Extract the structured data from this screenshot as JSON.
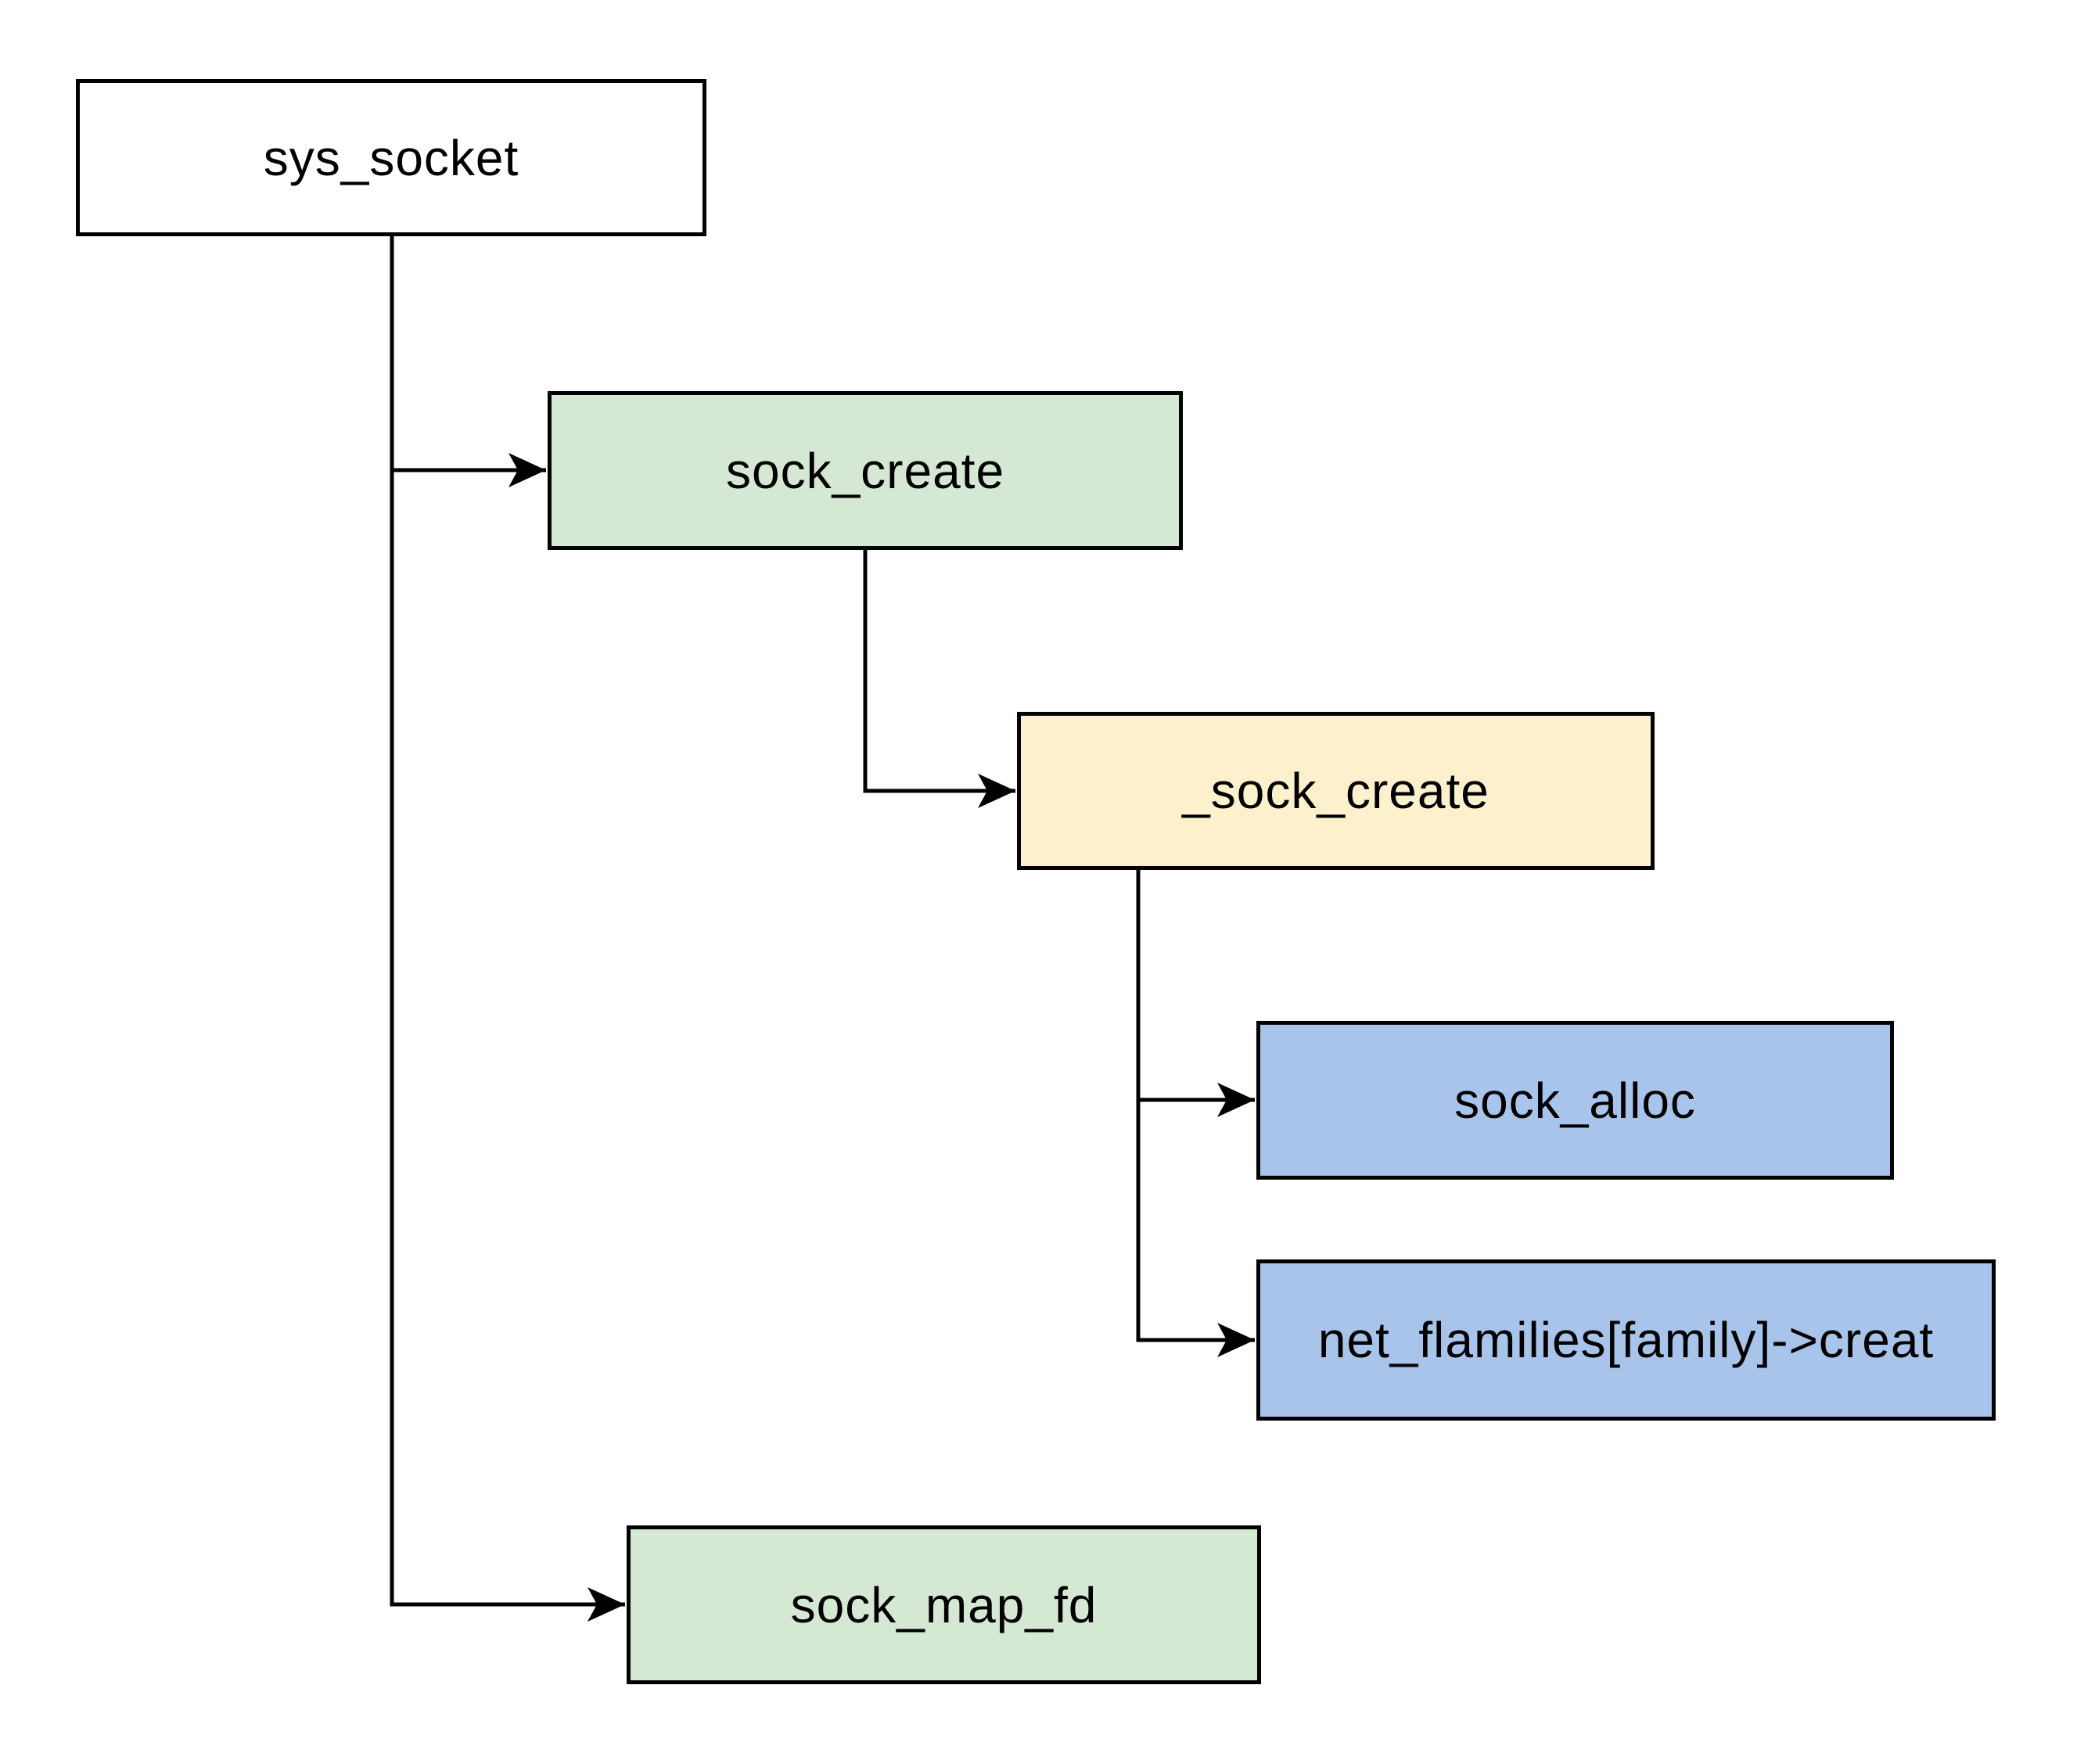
{
  "diagram": {
    "type": "call-tree-flowchart",
    "nodes": [
      {
        "id": "sys_socket",
        "label": "sys_socket",
        "fill": "#ffffff"
      },
      {
        "id": "sock_create",
        "label": "sock_create",
        "fill": "#d5e8d4"
      },
      {
        "id": "_sock_create",
        "label": "_sock_create",
        "fill": "#fdf0cd"
      },
      {
        "id": "sock_alloc",
        "label": "sock_alloc",
        "fill": "#a9c4eb"
      },
      {
        "id": "net_families_create",
        "label": "net_flamilies[family]->creat",
        "fill": "#a9c4eb"
      },
      {
        "id": "sock_map_fd",
        "label": "sock_map_fd",
        "fill": "#d5e8d4"
      }
    ],
    "edges": [
      {
        "from": "sys_socket",
        "to": "sock_create"
      },
      {
        "from": "sys_socket",
        "to": "sock_map_fd"
      },
      {
        "from": "sock_create",
        "to": "_sock_create"
      },
      {
        "from": "_sock_create",
        "to": "sock_alloc"
      },
      {
        "from": "_sock_create",
        "to": "net_families_create"
      }
    ],
    "colors": {
      "background": "#ffffff",
      "border": "#000000",
      "connector": "#000000",
      "text": "#000000"
    }
  }
}
